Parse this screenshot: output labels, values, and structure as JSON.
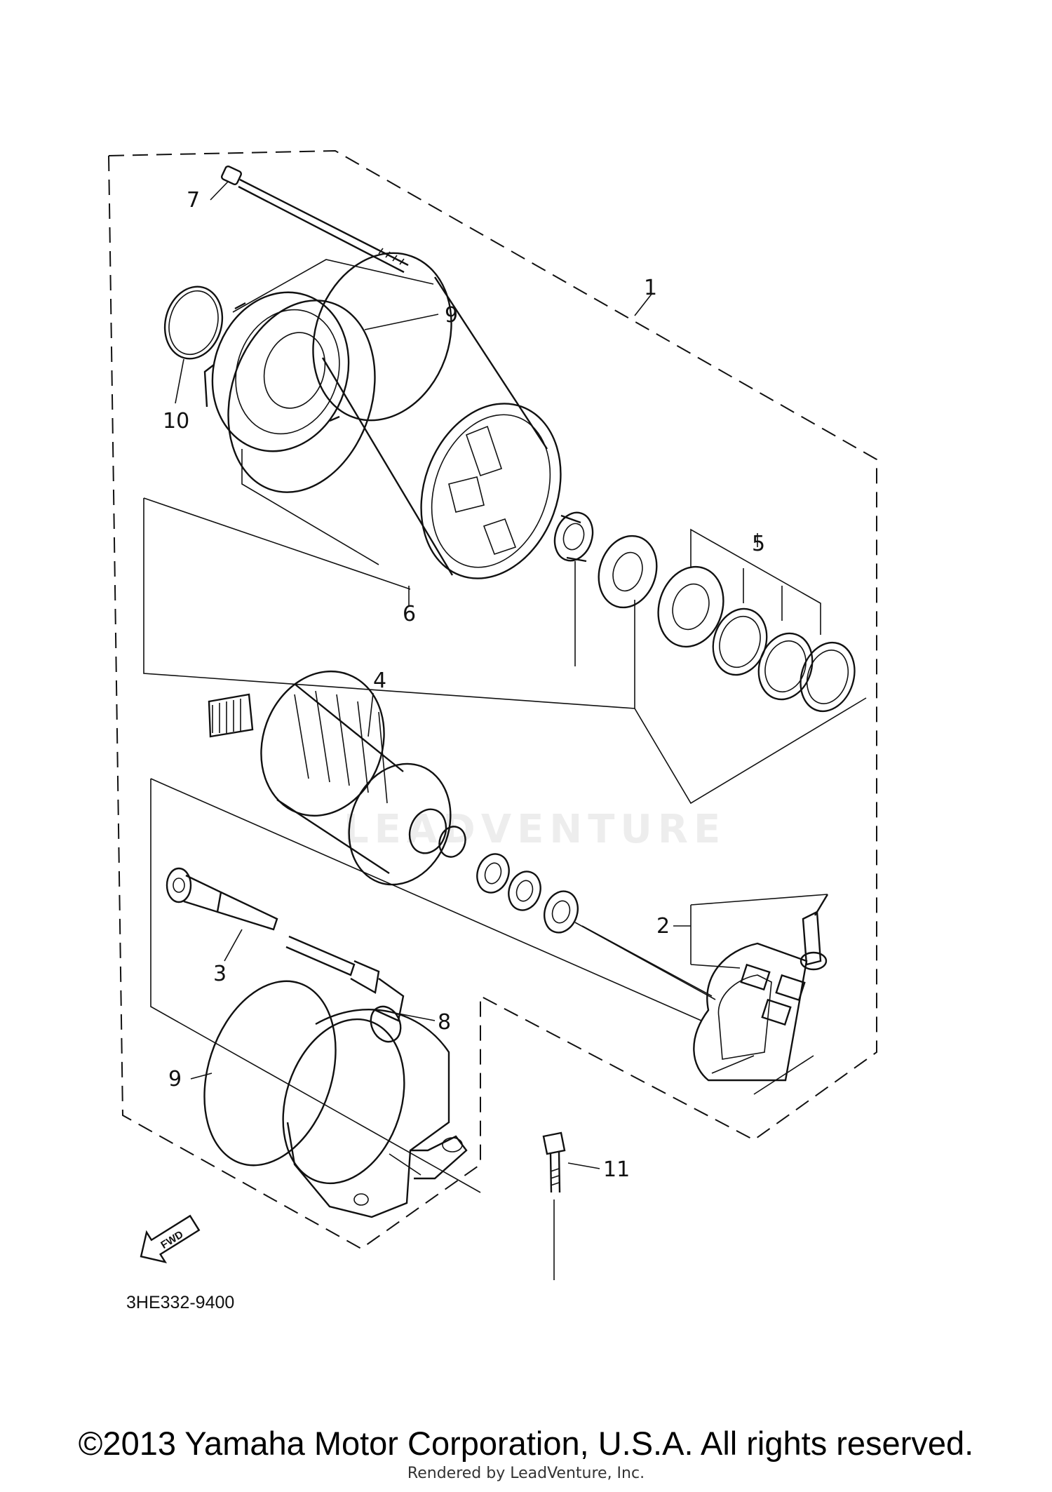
{
  "callouts": {
    "c1": "1",
    "c2": "2",
    "c3": "3",
    "c4": "4",
    "c5": "5",
    "c6": "6",
    "c7": "7",
    "c8": "8",
    "c9a": "9",
    "c9b": "9",
    "c10": "10",
    "c11": "11"
  },
  "diagram_code": "3HE332-9400",
  "fwd_label": "FWD",
  "watermark": "LEADVENTURE",
  "copyright": "©2013 Yamaha Motor Corporation, U.S.A. All rights reserved.",
  "rendered_by": "Rendered by LeadVenture, Inc."
}
